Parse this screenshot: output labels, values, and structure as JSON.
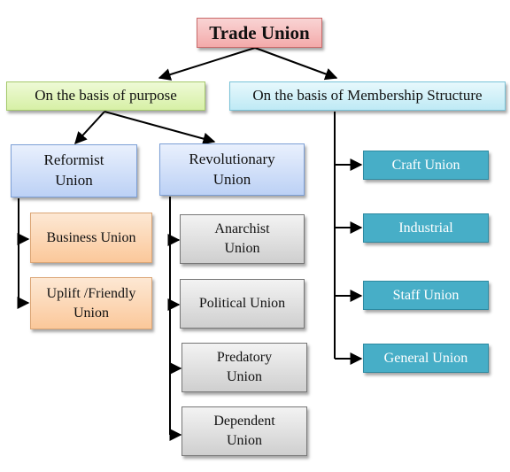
{
  "root": "Trade Union",
  "branches": {
    "purpose": "On the basis of purpose",
    "membership": "On the basis of Membership Structure"
  },
  "purpose_types": {
    "reformist": [
      "Reformist",
      "Union"
    ],
    "revolutionary": [
      "Revolutionary",
      "Union"
    ]
  },
  "reformist_subtypes": [
    [
      "Business Union"
    ],
    [
      "Uplift /Friendly",
      "Union"
    ]
  ],
  "revolutionary_subtypes": [
    [
      "Anarchist",
      "Union"
    ],
    [
      "Political Union"
    ],
    [
      "Predatory",
      "Union"
    ],
    [
      "Dependent",
      "Union"
    ]
  ],
  "membership_types": [
    "Craft Union",
    "Industrial",
    "Staff Union",
    "General Union"
  ],
  "colors": {
    "root": "#f3aaaa",
    "purpose": "#d7f0a6",
    "membership": "#bfeaf5",
    "purpose_types": "#bcd1f5",
    "reformist_subtypes": "#fbc89a",
    "revolutionary_subtypes": "#cfcfcf",
    "membership_types": "#47aec7",
    "connector": "#000000"
  }
}
